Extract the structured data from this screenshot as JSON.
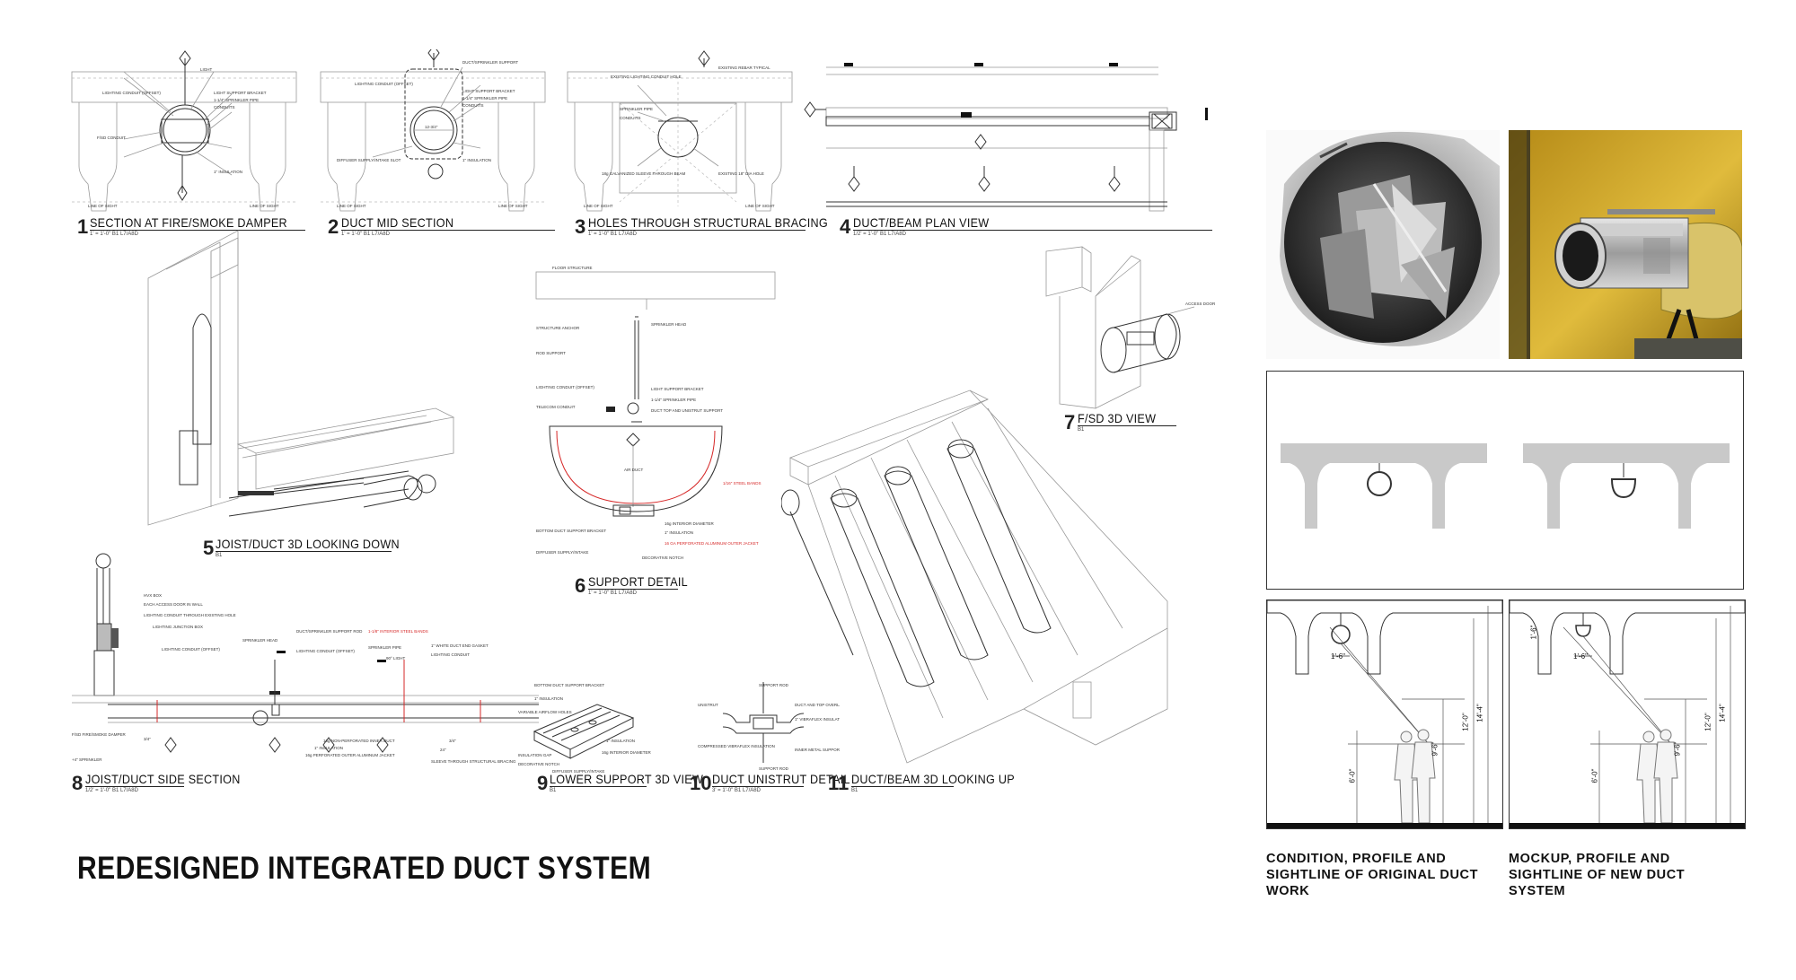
{
  "title": "REDESIGNED INTEGRATED DUCT SYSTEM",
  "drawings": [
    {
      "number": "1",
      "label": "SECTION AT FIRE/SMOKE DAMPER",
      "scale": "1' = 1'-0\"   B1   L7/A8D"
    },
    {
      "number": "2",
      "label": "DUCT MID SECTION",
      "scale": "1' = 1'-0\"   B1   L7/A8D"
    },
    {
      "number": "3",
      "label": "HOLES THROUGH STRUCTURAL BRACING",
      "scale": "1' = 1'-0\"   B1   L7/A8D"
    },
    {
      "number": "4",
      "label": "DUCT/BEAM PLAN VIEW",
      "scale": "1/2' = 1'-0\"   B1   L7/A8D"
    },
    {
      "number": "5",
      "label": "JOIST/DUCT 3D LOOKING DOWN",
      "scale": "B1"
    },
    {
      "number": "6",
      "label": "SUPPORT DETAIL",
      "scale": "1' = 1'-0\"   B1   L7/A8D"
    },
    {
      "number": "7",
      "label": "F/SD 3D VIEW",
      "scale": "B1"
    },
    {
      "number": "8",
      "label": "JOIST/DUCT SIDE SECTION",
      "scale": "1/2' = 1'-0\"   B1   L7/A8D"
    },
    {
      "number": "9",
      "label": "LOWER SUPPORT 3D VIEW",
      "scale": "B1"
    },
    {
      "number": "10",
      "label": "DUCT UNISTRUT DETAIL",
      "scale": "3' = 1'-0\"   B1   L7/A8D"
    },
    {
      "number": "11",
      "label": "DUCT/BEAM 3D LOOKING UP",
      "scale": "B1"
    }
  ],
  "annotations": {
    "light": "LIGHT",
    "lighting_conduit": "LIGHTING CONDUIT (OFFSET)",
    "sprinkler_pipe": "1-1/4\" SPRINKLER PIPE",
    "conduits": "CONDUITS",
    "insulation": "1\" INSULATION",
    "line_of_sight": "LINE OF SIGHT",
    "floor_structure": "FLOOR STRUCTURE",
    "sprinkler_head": "SPRINKLER HEAD",
    "rod_support": "ROD SUPPORT",
    "diffuser_slot": "DIFFUSER SUPPLY/INTAKE SLOT",
    "access_door": "ACCESS DOOR",
    "decorative_notch": "DECORATIVE NOTCH",
    "support_rod": "SUPPORT ROD",
    "unistrut": "UNISTRUT",
    "air_duct": "AIR DUCT",
    "steel_bands": "1/16\" STEEL BANDS",
    "perforated_jacket": "16 GA PERFORATED ALUMINUM OUTER JACKET",
    "sleeve": "SLEEVE THROUGH STRUCTURAL BRACING",
    "dimension_a": "12-3/4\"",
    "dimension_b": "3/4\"",
    "dimension_c": "24\"",
    "hvac": "HVAC"
  },
  "right_panel": {
    "dim_duct": "1'-6\"",
    "dim_person": "6'-0\"",
    "dim_sight_old": "9'-6\"",
    "dim_sight_new": "9'-6\"",
    "dim_beam": "12'-0\"",
    "dim_floor": "14'-4\"",
    "dim_offset": "1'-6\""
  },
  "captions": {
    "original": "CONDITION, PROFILE AND SIGHTLINE OF ORIGINAL DUCT WORK",
    "mockup": "MOCKUP, PROFILE AND SIGHTLINE OF NEW DUCT SYSTEM"
  },
  "colors": {
    "accent_red": "#d62828",
    "structure_fill": "#c9c9c9",
    "ink": "#222222",
    "photo_yellow": "#c9a227"
  }
}
